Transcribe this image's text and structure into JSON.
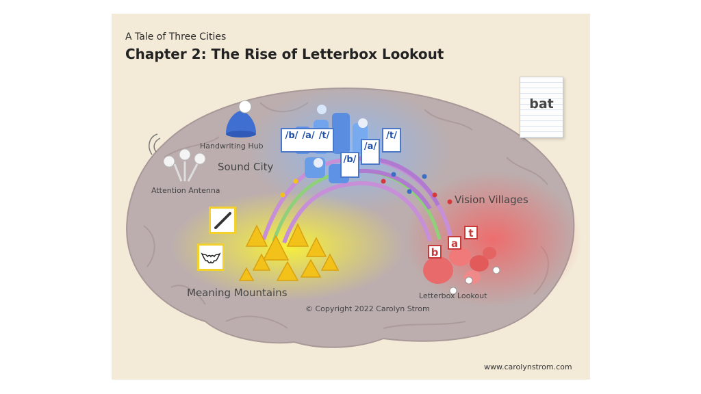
{
  "header": {
    "subtitle": "A Tale of Three Cities",
    "title": "Chapter 2: The Rise of Letterbox Lookout"
  },
  "regions": {
    "handwriting_hub": "Handwriting Hub",
    "sound_city": "Sound City",
    "attention_antenna": "Attention Antenna",
    "vision_villages": "Vision Villages",
    "meaning_mountains": "Meaning Mountains",
    "letterbox_lookout": "Letterbox Lookout"
  },
  "note_word": "bat",
  "phonemes": {
    "group": [
      "/b/",
      "/a/",
      "/t/"
    ],
    "b": "/b/",
    "a": "/a/",
    "t": "/t/"
  },
  "letters": [
    "b",
    "a",
    "t"
  ],
  "footer": {
    "copyright": "© Copyright 2022 Carolyn Strom",
    "website": "www.carolynstrom.com"
  },
  "colors": {
    "panel": "#f3ead8",
    "brain": "#b8a8a8",
    "sound": "#8fb8f0",
    "vision": "#f08080",
    "meaning": "#f5ee4a",
    "path": "#c78fd8"
  }
}
